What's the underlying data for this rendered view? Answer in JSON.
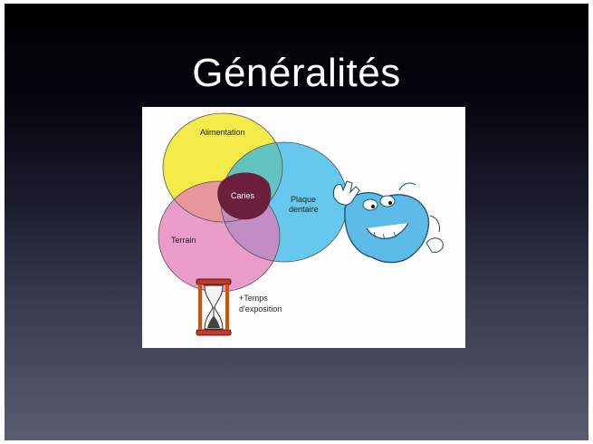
{
  "slide": {
    "title": "Généralités",
    "background_top": "#000000",
    "background_bottom": "#5a5d70"
  },
  "diagram": {
    "circles": [
      {
        "label": "Alimentation",
        "color": "#f3e830"
      },
      {
        "label_lines": [
          "Plaque",
          "dentaire"
        ],
        "color": "#33b5e5"
      },
      {
        "label": "Terrain",
        "color": "#e27ab8"
      }
    ],
    "center_label": "Caries",
    "hourglass_label_lines": [
      "+Temps",
      "d'exposition"
    ],
    "icons": [
      "hourglass-icon",
      "tooth-mascot-icon"
    ]
  }
}
